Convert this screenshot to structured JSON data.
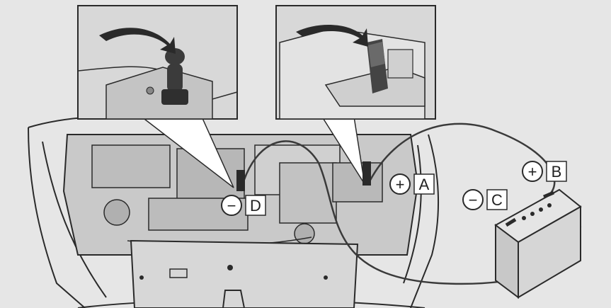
{
  "figure": {
    "colors": {
      "background": "#e6e6e6",
      "line": "#2a2a2a",
      "engine_fill": "#c9c9c9",
      "inset_fill": "#d8d8d8",
      "cable": "#3a3a3a"
    },
    "insets": [
      {
        "id": "ground-point",
        "icon": "ground-bolt-icon"
      },
      {
        "id": "positive-terminal",
        "icon": "positive-terminal-cover-icon"
      }
    ],
    "callouts": [
      {
        "sign": "+",
        "letter": "A"
      },
      {
        "sign": "+",
        "letter": "B"
      },
      {
        "sign": "−",
        "letter": "C"
      },
      {
        "sign": "−",
        "letter": "D"
      }
    ]
  }
}
